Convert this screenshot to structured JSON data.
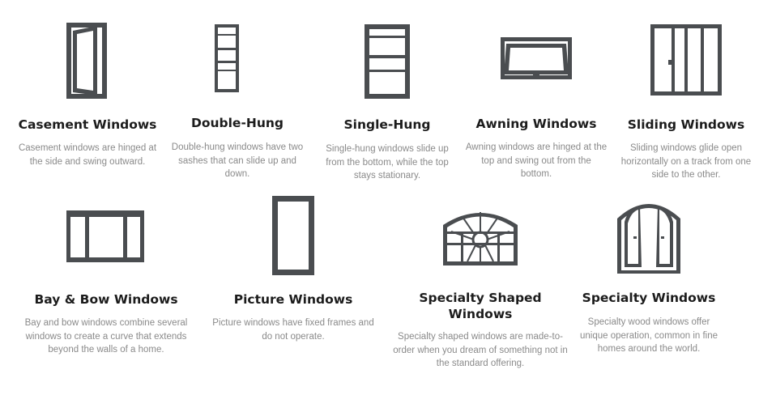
{
  "colors": {
    "frame": "#4a4d50",
    "title": "#1c1c1c",
    "description": "#8a8a8a",
    "background": "#ffffff"
  },
  "items": [
    {
      "icon": "casement-window-icon",
      "title": "Casement Windows",
      "description": "Casement windows are hinged at the side and swing outward."
    },
    {
      "icon": "double-hung-window-icon",
      "title": "Double-Hung",
      "description": "Double-hung windows have two sashes that can slide up and down."
    },
    {
      "icon": "single-hung-window-icon",
      "title": "Single-Hung",
      "description": "Single-hung windows slide up from the bottom, while the top stays stationary."
    },
    {
      "icon": "awning-window-icon",
      "title": "Awning Windows",
      "description": "Awning windows are hinged at the top and swing out from the bottom."
    },
    {
      "icon": "sliding-window-icon",
      "title": "Sliding Windows",
      "description": "Sliding windows glide open horizontally on a track from one side to the other."
    },
    {
      "icon": "bay-bow-window-icon",
      "title": "Bay & Bow Windows",
      "description": "Bay and bow windows combine several windows to create a curve that extends beyond the walls of a home."
    },
    {
      "icon": "picture-window-icon",
      "title": "Picture Windows",
      "description": "Picture windows have fixed frames and do not operate."
    },
    {
      "icon": "specialty-shaped-window-icon",
      "title": "Specialty Shaped Windows",
      "description": "Specialty shaped windows are made-to-order when you dream of something not in the standard offering."
    },
    {
      "icon": "specialty-window-icon",
      "title": "Specialty Windows",
      "description": "Specialty wood windows offer unique operation, common in fine homes around the world."
    }
  ]
}
